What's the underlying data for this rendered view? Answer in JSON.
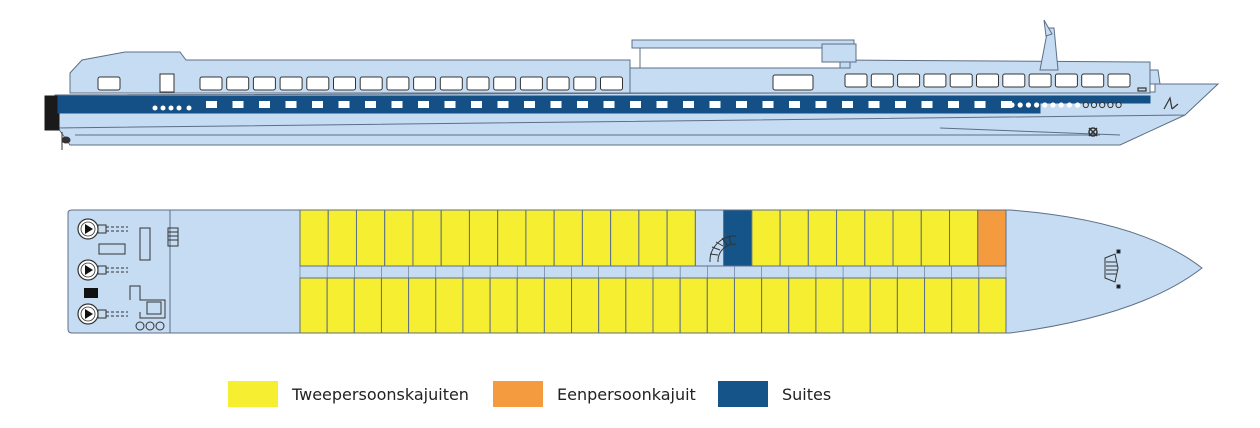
{
  "colors": {
    "hull_light": "#c6dcf3",
    "hull_stroke": "#5c6f86",
    "stripe": "#144f86",
    "double_cabin": "#f6ee31",
    "single_cabin": "#f49a3f",
    "suite": "#155489"
  },
  "deck_plan": {
    "top_row": [
      "double",
      "double",
      "double",
      "double",
      "double",
      "double",
      "double",
      "double",
      "double",
      "double",
      "double",
      "double",
      "double",
      "double",
      "stair",
      "suite",
      "double",
      "double",
      "double",
      "double",
      "double",
      "double",
      "double",
      "double",
      "single"
    ],
    "bottom_row_count": 26
  },
  "legend": {
    "double_label": "Tweepersoonskajuiten",
    "single_label": "Eenpersoonkajuit",
    "suite_label": "Suites"
  },
  "icons": {
    "propeller": "propeller-icon",
    "anchor": "anchor-icon",
    "spiral_stair": "spiral-staircase-icon",
    "wheelhouse_stair": "bow-staircase-icon"
  }
}
